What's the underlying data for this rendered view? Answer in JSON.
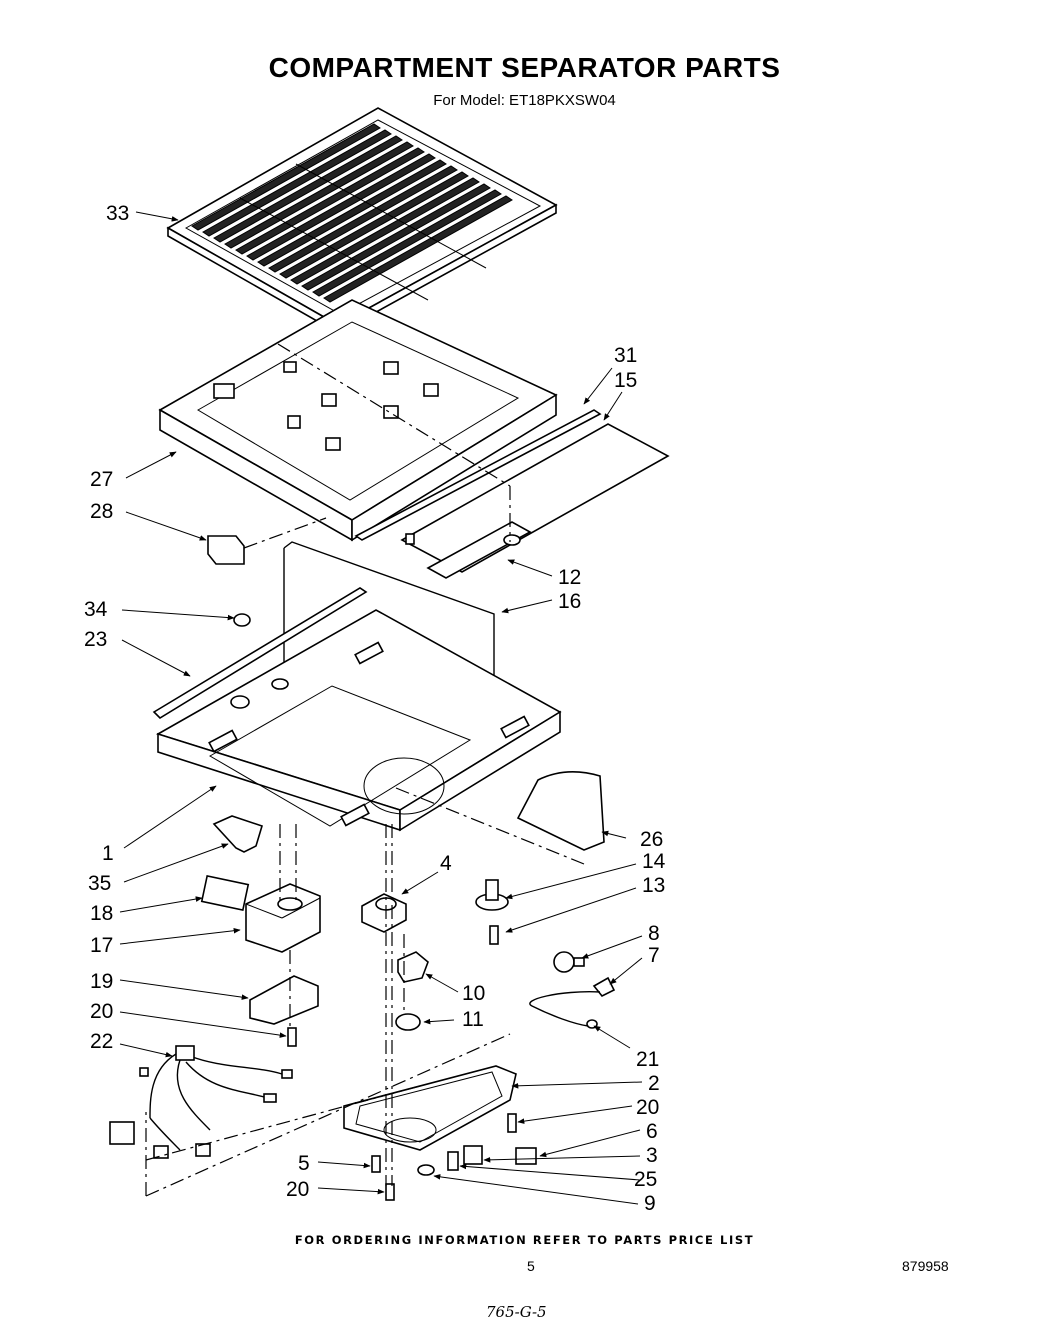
{
  "header": {
    "title": "COMPARTMENT SEPARATOR PARTS",
    "subtitle": "For Model: ET18PKXSW04"
  },
  "callouts": {
    "c33": "33",
    "c31": "31",
    "c15": "15",
    "c27": "27",
    "c28": "28",
    "c12": "12",
    "c16": "16",
    "c34": "34",
    "c23": "23",
    "c1": "1",
    "c26": "26",
    "c35": "35",
    "c4": "4",
    "c14": "14",
    "c13": "13",
    "c18": "18",
    "c17": "17",
    "c8": "8",
    "c7": "7",
    "c19": "19",
    "c10": "10",
    "c11": "11",
    "c20a": "20",
    "c22": "22",
    "c21": "21",
    "c2": "2",
    "c20b": "20",
    "c6": "6",
    "c5": "5",
    "c3": "3",
    "c25": "25",
    "c20c": "20",
    "c9": "9"
  },
  "footer": {
    "note": "FOR ORDERING INFORMATION REFER TO PARTS PRICE LIST",
    "page_number": "5",
    "document_number": "879958",
    "handwritten": "765-G-5"
  }
}
